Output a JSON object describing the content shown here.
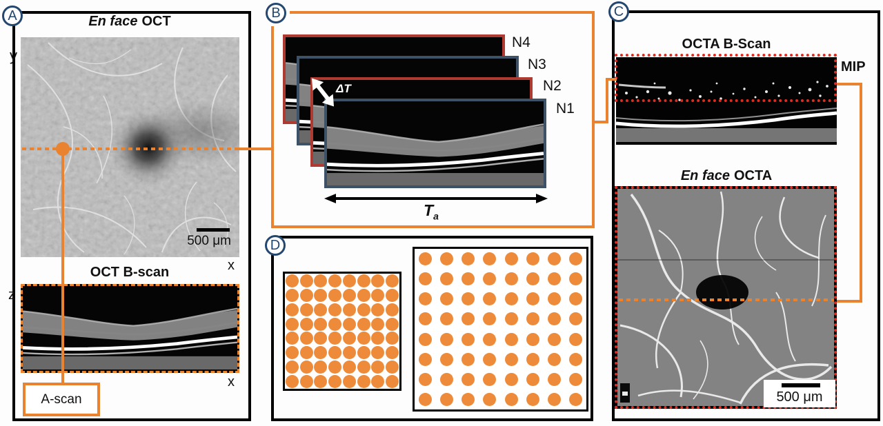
{
  "colors": {
    "orange": "#E9832F",
    "dot_orange": "#ED8B3A",
    "navy": "#24476F",
    "red_frame": "#AF3A31",
    "red_dotted": "#E02B20",
    "steel_frame": "#3D5266"
  },
  "panelA": {
    "label": "A",
    "title_italic": "En face",
    "title_rest": "OCT",
    "axis_y": "y",
    "axis_x_top": "x",
    "scalebar": "500 μm",
    "bscan_title": "OCT B-scan",
    "axis_z": "z",
    "axis_x_bottom": "x",
    "ascan_label": "A-scan"
  },
  "panelB": {
    "label": "B",
    "frame_labels": [
      "N4",
      "N3",
      "N2",
      "N1"
    ],
    "delta_t": "ΔT",
    "ta_symbol": "T",
    "ta_subscript": "a"
  },
  "panelC": {
    "label": "C",
    "bscan_title": "OCTA B-Scan",
    "mip_label": "MIP",
    "title_italic": "En face",
    "title_rest": "OCTA",
    "scalebar": "500 μm"
  },
  "panelD": {
    "label": "D",
    "dense_grid": {
      "rows": 8,
      "cols": 8
    },
    "sparse_grid": {
      "rows": 8,
      "cols": 8
    }
  }
}
